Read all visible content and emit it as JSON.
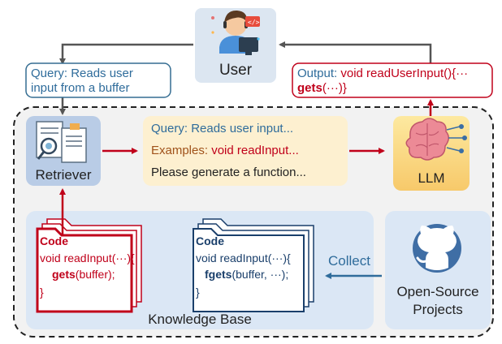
{
  "colors": {
    "blue_text": "#2f6c9b",
    "red": "#c0001a",
    "brown": "#a0521a",
    "navy": "#1a3f6b",
    "query_border": "#356d92",
    "prompt_bg": "#fdf0d0",
    "kb_bg": "#dbe7f5",
    "outer_bg": "#f2f2f2"
  },
  "user": {
    "label": "User"
  },
  "query_box": {
    "prefix": "Query:",
    "line1_rest": "Reads user",
    "line2": "input from a buffer"
  },
  "output_box": {
    "prefix": "Output:",
    "line1_rest": "void readUserInput(){···",
    "gets": "gets",
    "line2_rest": "(···)}"
  },
  "retriever": {
    "label": "Retriever"
  },
  "prompt": {
    "query_prefix": "Query:",
    "query_text": "Reads user input...",
    "examples_prefix": "Examples:",
    "examples_text": "void readInput...",
    "instruction": "Please generate a function..."
  },
  "llm": {
    "label": "LLM"
  },
  "knowledge_base": {
    "label": "Knowledge Base",
    "card_vuln": {
      "title": "Code",
      "line1": "void readInput(···){",
      "call": "gets",
      "args": "(buffer);",
      "close": "}"
    },
    "card_safe": {
      "title": "Code",
      "line1": "void readInput(···){",
      "call": "fgets",
      "args": "(buffer, ···);",
      "close": "}"
    }
  },
  "collect": {
    "label": "Collect"
  },
  "open_source": {
    "line1": "Open-Source",
    "line2": "Projects"
  }
}
